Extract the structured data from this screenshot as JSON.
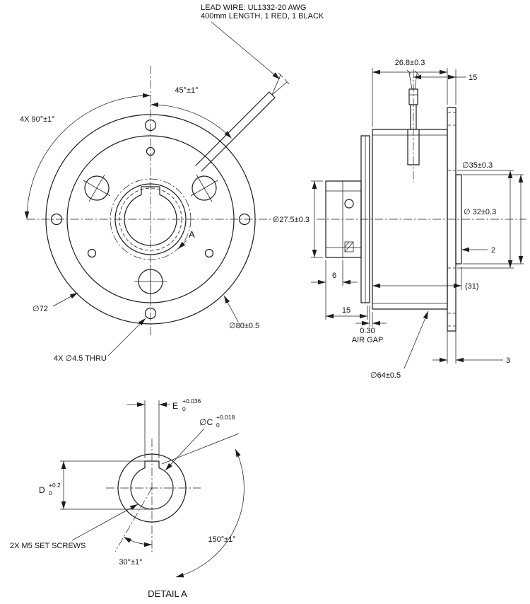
{
  "drawing": {
    "colors": {
      "ink": "#1c1c1c",
      "background": "#ffffff"
    },
    "lead_wire_note_line1": "LEAD WIRE: UL1332-20 AWG",
    "lead_wire_note_line2": "400mm LENGTH, 1 RED, 1 BLACK",
    "front": {
      "angle_45": "45°±1°",
      "angle_90": "4X 90°±1°",
      "detail_marker": "A",
      "dia_bolt_circle": "∅72",
      "dia_outer": "∅80±0.5",
      "thru_holes": "4X ∅4.5 THRU"
    },
    "side": {
      "dim_26_8": "26.8±0.3",
      "dim_15_top": "15",
      "dia_35": "∅35±0.3",
      "dia_32": "∅ 32±0.3",
      "dia_27_5": "∅27.5±0.3",
      "dim_2": "2",
      "dim_6": "6",
      "dim_31_ref": "(31)",
      "dim_15_hub": "15",
      "air_gap_value": "0.30",
      "air_gap_label": "AIR GAP",
      "dia_64": "∅64±0.5",
      "dim_3": "3"
    },
    "detail": {
      "dim_e": "E",
      "dim_e_tol_plus": "+0.036",
      "dim_e_tol_minus": "0",
      "dim_c": "∅C",
      "dim_c_tol_plus": "+0.018",
      "dim_c_tol_minus": "0",
      "dim_d": "D",
      "dim_d_tol_plus": "+0.2",
      "dim_d_tol_minus": "0",
      "set_screw_note": "2X M5 SET SCREWS",
      "angle_30": "30°±1°",
      "angle_150": "150°±1°",
      "title": "DETAIL A"
    }
  }
}
